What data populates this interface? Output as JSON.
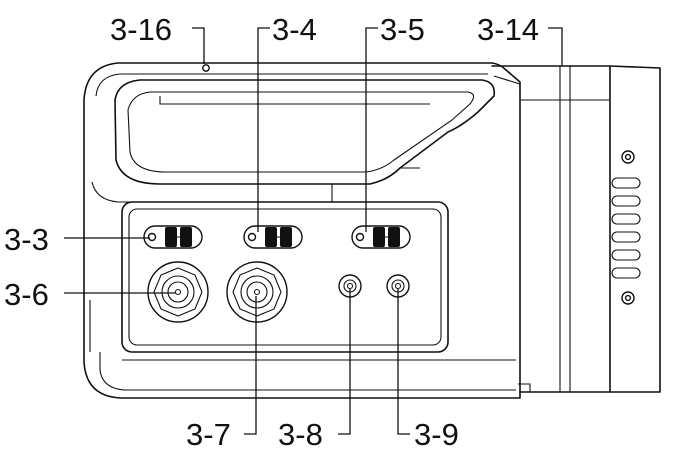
{
  "callouts": {
    "c3_16": "3-16",
    "c3_4": "3-4",
    "c3_5": "3-5",
    "c3_14": "3-14",
    "c3_3": "3-3",
    "c3_6": "3-6",
    "c3_7": "3-7",
    "c3_8": "3-8",
    "c3_9": "3-9"
  },
  "colors": {
    "line": "#111111",
    "background": "#ffffff"
  }
}
